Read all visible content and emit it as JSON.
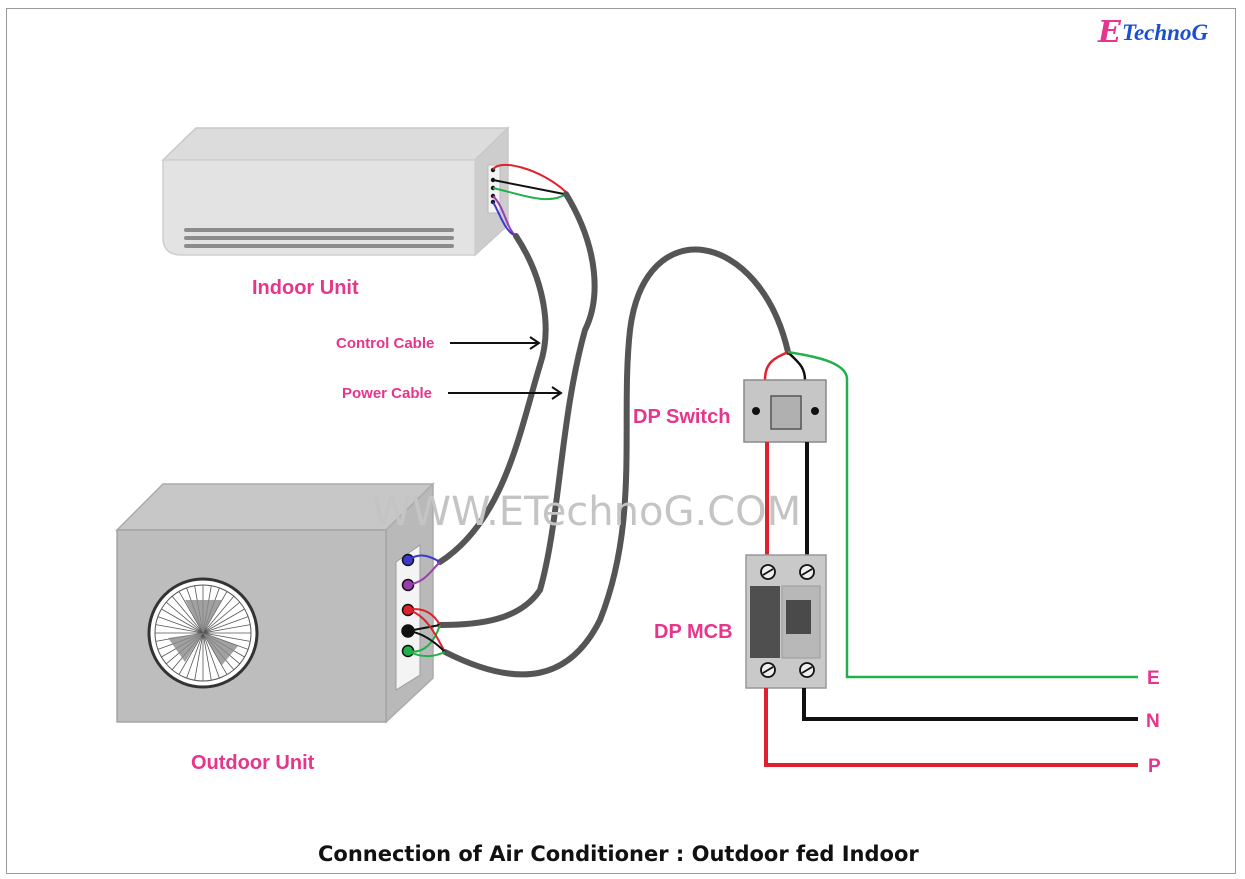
{
  "brand": {
    "initial": "E",
    "rest": "TechnoG"
  },
  "watermark": "WWW.ETechnoG.COM",
  "labels": {
    "indoor_unit": "Indoor Unit",
    "outdoor_unit": "Outdoor Unit",
    "control_cable": "Control Cable",
    "power_cable": "Power Cable",
    "dp_switch": "DP Switch",
    "dp_mcb": "DP MCB"
  },
  "supply": {
    "earth": "E",
    "neutral": "N",
    "phase": "P"
  },
  "caption": "Connection of Air Conditioner : Outdoor fed Indoor",
  "colors": {
    "label": "#e6358c",
    "phase_wire": "#e0202c",
    "neutral_wire": "#111111",
    "earth_wire": "#22b04a",
    "cable": "#555555",
    "control_wire_blue": "#3a3ad0",
    "control_wire_purple": "#9b3db0"
  }
}
